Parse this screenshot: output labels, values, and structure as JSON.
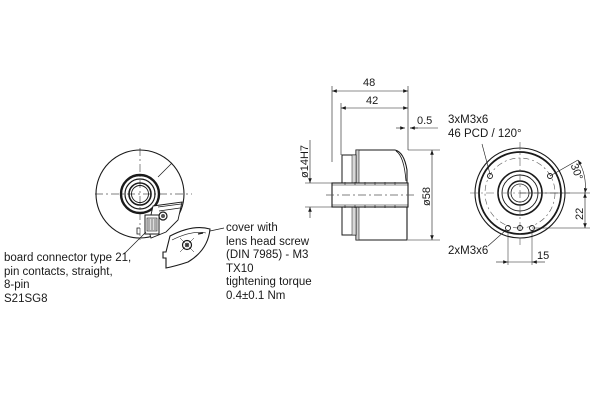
{
  "figure": {
    "views": [
      "front-view-with-cover-removed",
      "side-view",
      "rear-view"
    ]
  },
  "callouts": {
    "connector": {
      "lines": [
        "board connector type 21,",
        "pin contacts, straight,",
        "8-pin",
        "S21SG8"
      ]
    },
    "cover": {
      "lines": [
        "cover with",
        "lens head screw",
        "(DIN 7985) - M3",
        "TX10",
        "tightening torque",
        "0.4±0.1 Nm"
      ]
    },
    "holes_top": {
      "lines": [
        "3xM3x6",
        "46 PCD / 120°"
      ]
    },
    "holes_bottom": {
      "label": "2xM3x6"
    }
  },
  "dimensions": {
    "overall_length": "48",
    "body_length": "42",
    "flange_offset": "0.5",
    "bore": "ø14H7",
    "outer_diameter": "ø58",
    "angle": "30°",
    "height_offset": "22",
    "hole_spacing": "15"
  },
  "colors": {
    "line": "#1a1a1a",
    "centerline": "#555555",
    "fill_shade": "#e6e6e6"
  }
}
